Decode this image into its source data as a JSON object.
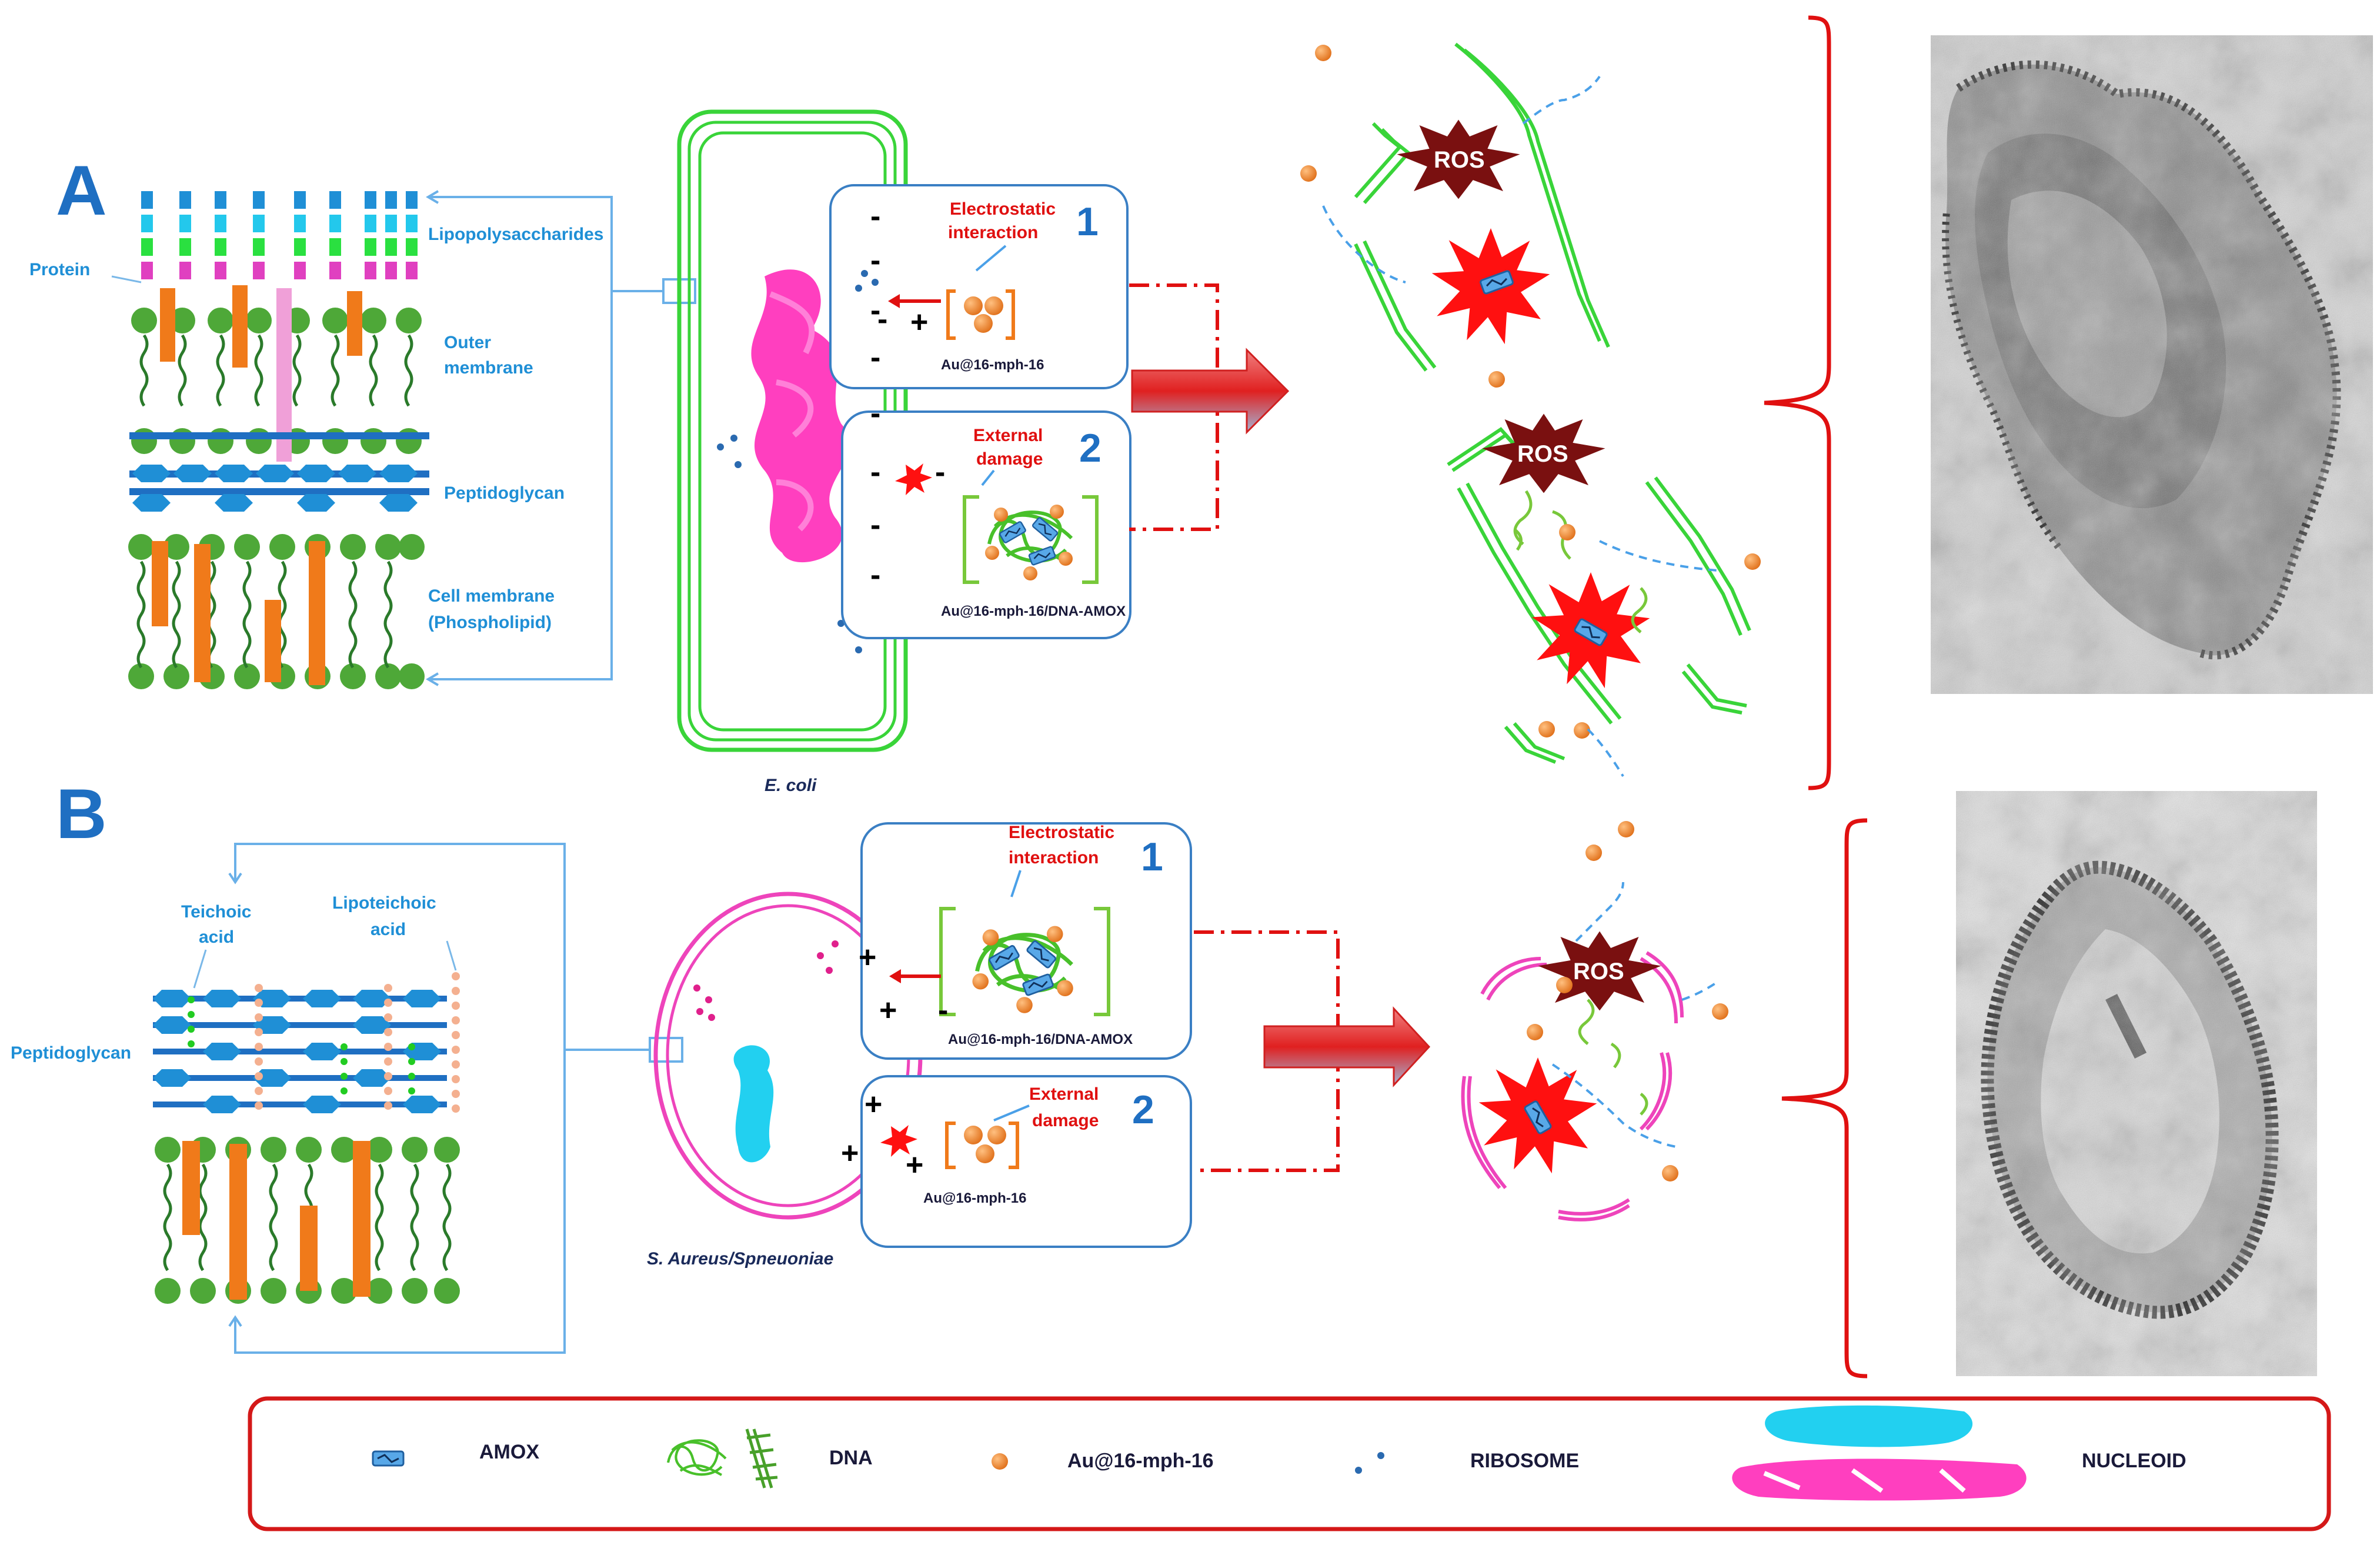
{
  "panel_a": {
    "letter": "A",
    "labels": {
      "protein": "Protein",
      "lipopolysaccharides": "Lipopolysaccharides",
      "outer_membrane_1": "Outer",
      "outer_membrane_2": "membrane",
      "peptidoglycan": "Peptidoglycan",
      "cell_membrane_1": "Cell membrane",
      "cell_membrane_2": "(Phospholipid)"
    },
    "species": "E. coli",
    "box1": {
      "number": "1",
      "title_1": "Electrostatic",
      "title_2": "interaction",
      "caption": "Au@16-mph-16"
    },
    "box2": {
      "number": "2",
      "title_1": "External",
      "title_2": "damage",
      "caption": "Au@16-mph-16/DNA-AMOX"
    }
  },
  "panel_b": {
    "letter": "B",
    "labels": {
      "teichoic_1": "Teichoic",
      "teichoic_2": "acid",
      "lipoteichoic_1": "Lipoteichoic",
      "lipoteichoic_2": "acid",
      "peptidoglycan": "Peptidoglycan"
    },
    "species": "S. Aureus/Spneuoniae",
    "box1": {
      "number": "1",
      "title_1": "Electrostatic",
      "title_2": "interaction",
      "caption": "Au@16-mph-16/DNA-AMOX"
    },
    "box2": {
      "number": "2",
      "title_1": "External",
      "title_2": "damage",
      "caption": "Au@16-mph-16"
    }
  },
  "ros_label": "ROS",
  "legend": {
    "amox": "AMOX",
    "dna": "DNA",
    "au": "Au@16-mph-16",
    "ribosome": "RIBOSOME",
    "nucleoid": "NUCLEOID"
  },
  "colors": {
    "membrane_green": "#39d439",
    "membrane_pink": "#ee44bb",
    "nucleoid_pink": "#ff3fbf",
    "nucleoid_cyan": "#22d0f0",
    "au_orange": "#f08a30",
    "accent_red": "#e01010",
    "box_blue": "#3a7fc4",
    "ros_dark": "#7a1010"
  },
  "icons": [
    "amox-capsule-icon",
    "dna-coil-icon",
    "gold-nanoparticle-icon",
    "ribosome-icon",
    "nucleoid-icon",
    "ros-burst-icon",
    "arrow-right-icon"
  ]
}
